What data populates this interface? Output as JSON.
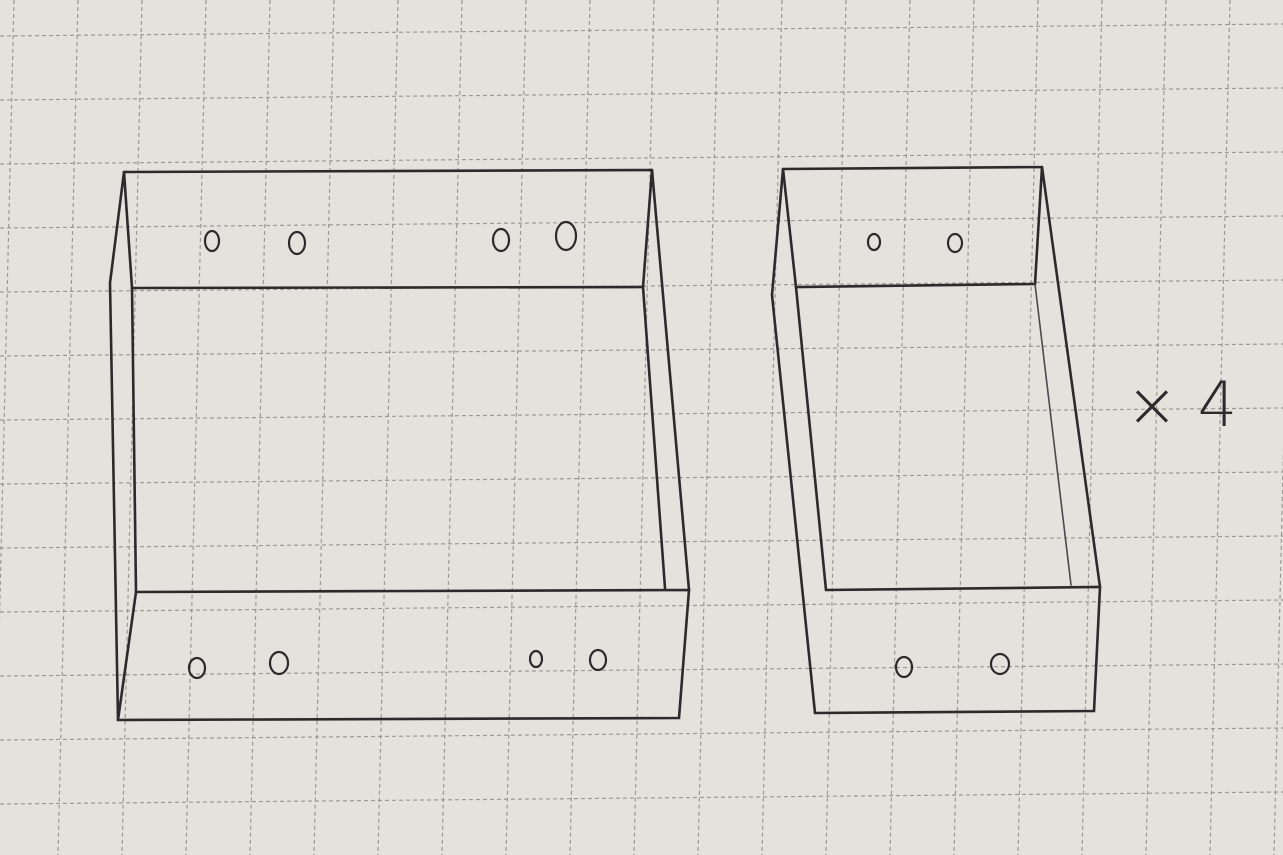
{
  "sketch": {
    "paper": "graph-paper",
    "ink_color": "#2b2b2d",
    "parts": [
      {
        "name": "large-tray",
        "holes_top_edge": 4,
        "holes_bottom_edge": 4
      },
      {
        "name": "small-tray",
        "holes_top_edge": 2,
        "holes_bottom_edge": 2
      }
    ],
    "quantity_label": "× 4"
  }
}
